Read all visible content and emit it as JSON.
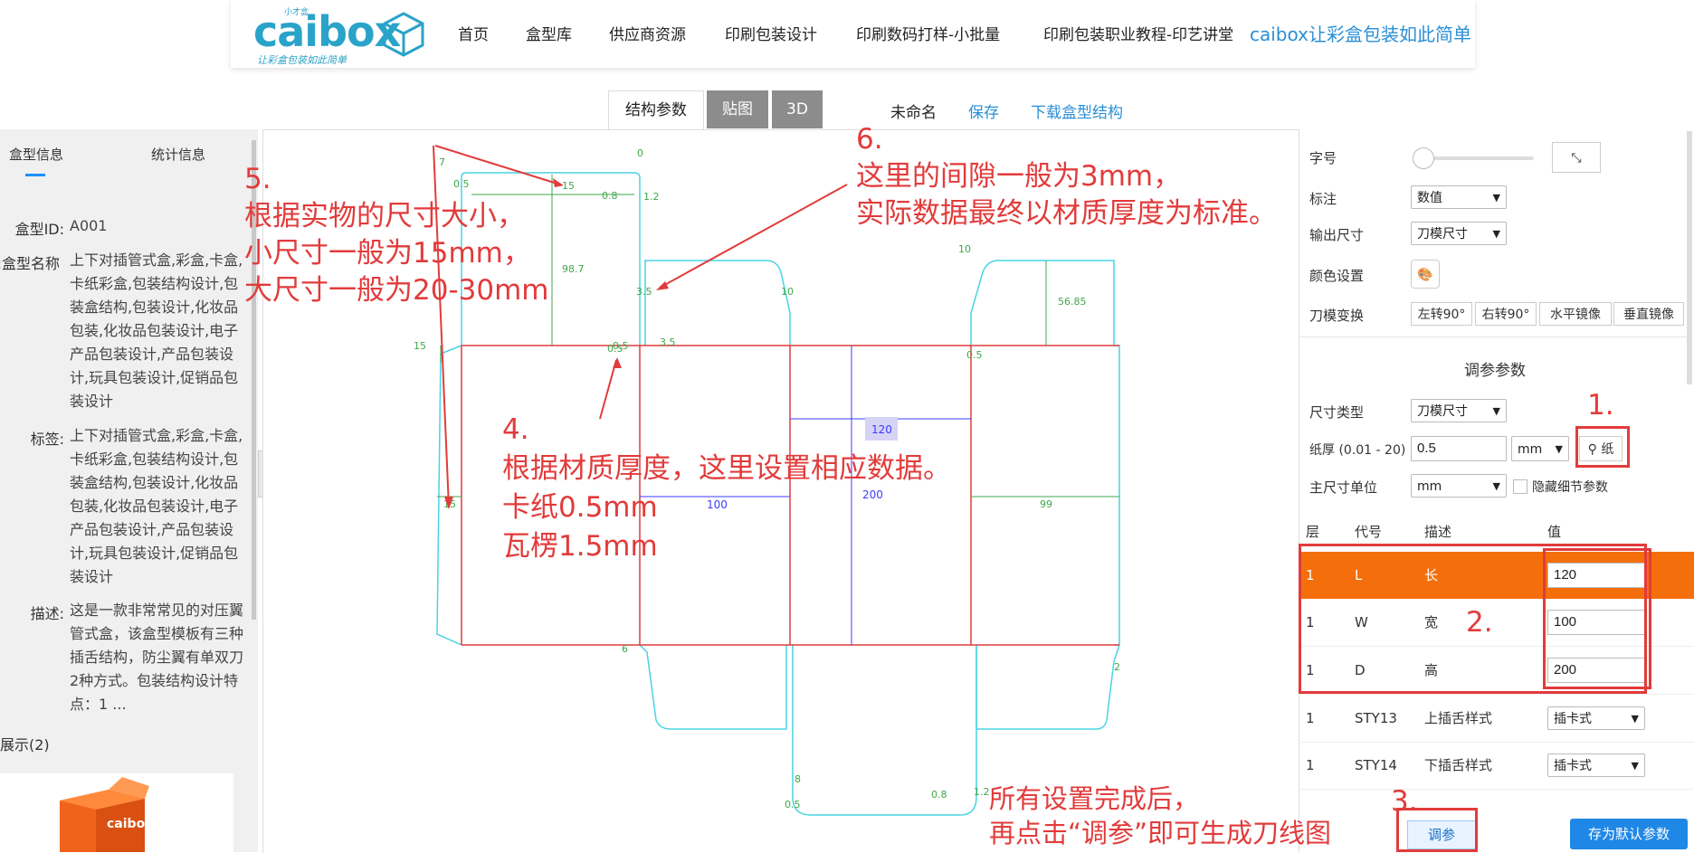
{
  "header": {
    "logo_word": "caibox",
    "logo_small": "小才盒",
    "logo_slogan": "让彩盒包装如此简单",
    "nav": [
      "首页",
      "盒型库",
      "供应商资源",
      "印刷包装设计",
      "印刷数码打样-小批量",
      "印刷包装职业教程-印艺讲堂"
    ],
    "slogan_link": "caibox让彩盒包装如此简单"
  },
  "toolbar": {
    "tabs": [
      "结构参数",
      "贴图",
      "3D"
    ],
    "doc_name": "未命名",
    "save": "保存",
    "download": "下载盒型结构"
  },
  "left_panel": {
    "tabs": [
      "盒型信息",
      "统计信息"
    ],
    "id_label": "盒型ID:",
    "id_value": "A001",
    "name_label": "盒型名称:",
    "name_value": "上下对插管式盒,彩盒,卡盒,卡纸彩盒,包装结构设计,包装盒结构,包装设计,化妆品包装,化妆品包装设计,电子产品包装设计,产品包装设计,玩具包装设计,促销品包装设计",
    "tags_label": "标签:",
    "tags_value": "上下对插管式盒,彩盒,卡盒,卡纸彩盒,包装结构设计,包装盒结构,包装设计,化妆品包装,化妆品包装设计,电子产品包装设计,产品包装设计,玩具包装设计,促销品包装设计",
    "desc_label": "描述:",
    "desc_value": "这是一款非常常见的对压翼管式盒，该盒型模板有三种插舌结构，防尘翼有单双刀2种方式。包装结构设计特点：1 ...",
    "gallery_label": "展示(2)",
    "thumb_text": "caibox"
  },
  "right_panel": {
    "font_size_label": "字号",
    "annotation_label": "标注",
    "annotation_value": "数值",
    "output_size_label": "输出尺寸",
    "output_size_value": "刀模尺寸",
    "color_label": "颜色设置",
    "transform_label": "刀模变换",
    "transform_buttons": [
      "左转90°",
      "右转90°",
      "水平镜像",
      "垂直镜像"
    ],
    "section_title": "调参参数",
    "size_type_label": "尺寸类型",
    "size_type_value": "刀模尺寸",
    "thickness_label": "纸厚 (0.01 - 20)",
    "thickness_value": "0.5",
    "thickness_unit": "mm",
    "paper_button": "纸",
    "main_unit_label": "主尺寸单位",
    "main_unit_value": "mm",
    "hide_detail_label": "隐藏细节参数",
    "table_headers": [
      "层",
      "代号",
      "描述",
      "值"
    ],
    "rows": [
      {
        "layer": "1",
        "code": "L",
        "desc": "长",
        "value": "120"
      },
      {
        "layer": "1",
        "code": "W",
        "desc": "宽",
        "value": "100"
      },
      {
        "layer": "1",
        "code": "D",
        "desc": "高",
        "value": "200"
      },
      {
        "layer": "1",
        "code": "STY13",
        "desc": "上插舌样式",
        "value": "插卡式"
      },
      {
        "layer": "1",
        "code": "STY14",
        "desc": "下插舌样式",
        "value": "插卡式"
      }
    ],
    "adjust_button": "调参",
    "save_default_button": "存为默认参数"
  },
  "dieline_labels": {
    "d0": "0",
    "d7": "7",
    "d05a": "0.5",
    "d15a": "15",
    "d08a": "0.8",
    "d12a": "1.2",
    "d987": "98.7",
    "d35a": "3.5",
    "d10a": "10",
    "d10b": "10",
    "d5685": "56.85",
    "d15b": "15",
    "d05b": "0.5",
    "d05c": "0.5",
    "d35b": "3.5",
    "d05d": "0.5",
    "d120": "120",
    "d100": "100",
    "d200": "200",
    "d99": "99",
    "d15c": "15",
    "d6": "6",
    "d2": "2",
    "d8": "8",
    "d05e": "0.5",
    "d08b": "0.8",
    "d12b": "1.2"
  },
  "annotations": {
    "a5": [
      "5.",
      "根据实物的尺寸大小，",
      "小尺寸一般为15mm，",
      "大尺寸一般为20-30mm"
    ],
    "a6": [
      "6.",
      "这里的间隙一般为3mm，",
      "实际数据最终以材质厚度为标准。"
    ],
    "a4": [
      "4.",
      "根据材质厚度，这里设置相应数据。",
      "卡纸0.5mm",
      "瓦楞1.5mm"
    ],
    "a1": "1.",
    "a2": "2.",
    "a3": "3.",
    "a_final": [
      "所有设置完成后，",
      "再点击“调参”即可生成刀线图"
    ]
  },
  "colors": {
    "accent": "#f46f0b",
    "annotation": "#e23b3b",
    "brand": "#2aa3c9",
    "link": "#2a8fd6"
  }
}
